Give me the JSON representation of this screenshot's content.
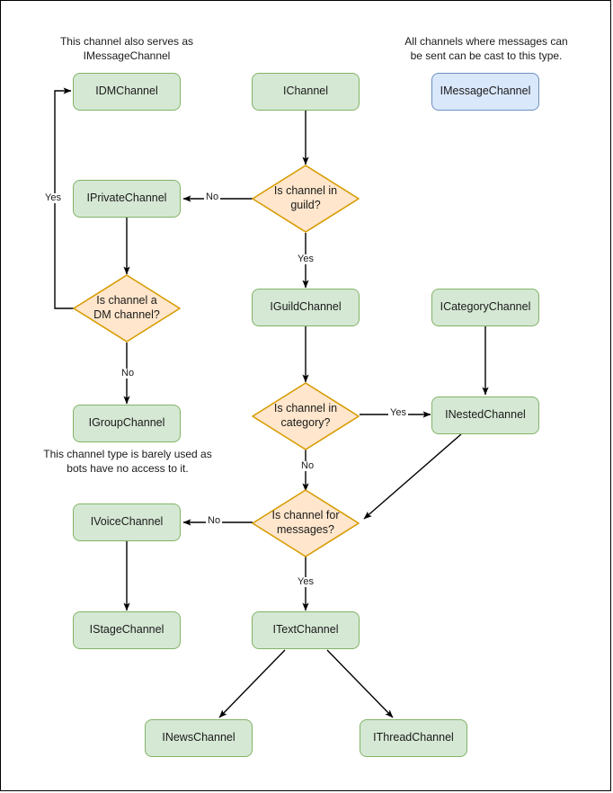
{
  "diagram": {
    "title": "Discord channel interface hierarchy flowchart",
    "colors": {
      "node_fill_green": "#d5e8d4",
      "node_stroke_green": "#82b366",
      "node_fill_blue": "#dae8fc",
      "node_stroke_blue": "#6c8ebf",
      "decision_fill_orange": "#ffe6cc",
      "decision_stroke_orange": "#d79b00",
      "edge_color": "#000000",
      "background": "#ffffff",
      "frame_border": "#000000"
    },
    "notes": [
      {
        "id": "note-dm",
        "line1": "This channel also serves as",
        "line2": "IMessageChannel"
      },
      {
        "id": "note-message",
        "line1": "All channels where messages can",
        "line2": "be sent can be cast to this type."
      },
      {
        "id": "note-group",
        "line1": "This channel type is barely used as",
        "line2": "bots have no access to it."
      }
    ],
    "nodes": [
      {
        "id": "idmchannel",
        "label": "IDMChannel",
        "shape": "box",
        "style": "green"
      },
      {
        "id": "ichannel",
        "label": "IChannel",
        "shape": "box",
        "style": "green"
      },
      {
        "id": "imessagechannel",
        "label": "IMessageChannel",
        "shape": "box",
        "style": "blue"
      },
      {
        "id": "iprivatechannel",
        "label": "IPrivateChannel",
        "shape": "box",
        "style": "green"
      },
      {
        "id": "igroupchannel",
        "label": "IGroupChannel",
        "shape": "box",
        "style": "green"
      },
      {
        "id": "iguildchannel",
        "label": "IGuildChannel",
        "shape": "box",
        "style": "green"
      },
      {
        "id": "icategorychannel",
        "label": "ICategoryChannel",
        "shape": "box",
        "style": "green"
      },
      {
        "id": "inestedchannel",
        "label": "INestedChannel",
        "shape": "box",
        "style": "green"
      },
      {
        "id": "ivoicechannel",
        "label": "IVoiceChannel",
        "shape": "box",
        "style": "green"
      },
      {
        "id": "istagechannel",
        "label": "IStageChannel",
        "shape": "box",
        "style": "green"
      },
      {
        "id": "itextchannel",
        "label": "ITextChannel",
        "shape": "box",
        "style": "green"
      },
      {
        "id": "inewschannel",
        "label": "INewsChannel",
        "shape": "box",
        "style": "green"
      },
      {
        "id": "ithreadchannel",
        "label": "IThreadChannel",
        "shape": "box",
        "style": "green"
      }
    ],
    "decisions": [
      {
        "id": "d-guild",
        "line1": "Is channel in",
        "line2": "guild?"
      },
      {
        "id": "d-dm",
        "line1": "Is channel a",
        "line2": "DM channel?"
      },
      {
        "id": "d-category",
        "line1": "Is channel in",
        "line2": "category?"
      },
      {
        "id": "d-messages",
        "line1": "Is channel for",
        "line2": "messages?"
      }
    ],
    "edge_labels": [
      {
        "id": "lbl-guild-no",
        "text": "No",
        "from": "d-guild",
        "to": "iprivatechannel"
      },
      {
        "id": "lbl-guild-yes",
        "text": "Yes",
        "from": "d-guild",
        "to": "iguildchannel"
      },
      {
        "id": "lbl-dm-yes",
        "text": "Yes",
        "from": "d-dm",
        "to": "idmchannel"
      },
      {
        "id": "lbl-dm-no",
        "text": "No",
        "from": "d-dm",
        "to": "igroupchannel"
      },
      {
        "id": "lbl-category-yes",
        "text": "Yes",
        "from": "d-category",
        "to": "inestedchannel"
      },
      {
        "id": "lbl-category-no",
        "text": "No",
        "from": "d-category",
        "to": "d-messages"
      },
      {
        "id": "lbl-messages-no",
        "text": "No",
        "from": "d-messages",
        "to": "ivoicechannel"
      },
      {
        "id": "lbl-messages-yes",
        "text": "Yes",
        "from": "d-messages",
        "to": "itextchannel"
      }
    ]
  }
}
